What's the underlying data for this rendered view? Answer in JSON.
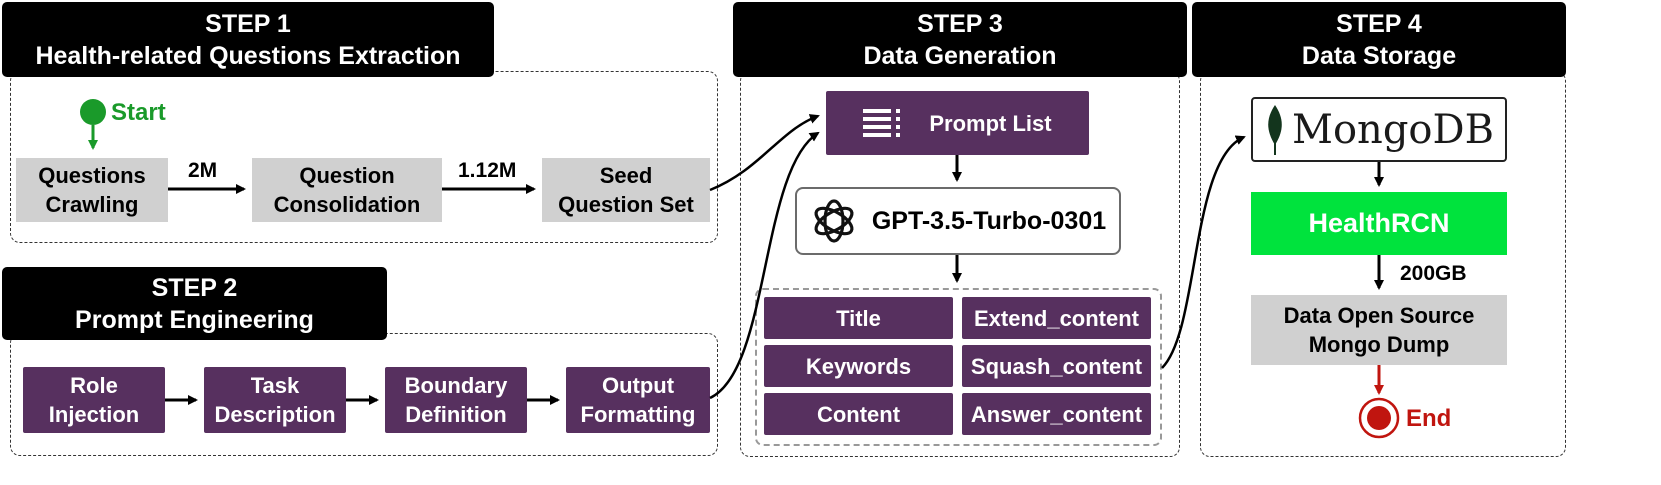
{
  "step1": {
    "title": "STEP 1",
    "subtitle": "Health-related Questions Extraction",
    "start_label": "Start",
    "nodes": [
      {
        "line1": "Questions",
        "line2": "Crawling"
      },
      {
        "line1": "Question",
        "line2": "Consolidation"
      },
      {
        "line1": "Seed",
        "line2": "Question Set"
      }
    ],
    "edge_labels": [
      "2M",
      "1.12M"
    ]
  },
  "step2": {
    "title": "STEP 2",
    "subtitle": "Prompt Engineering",
    "nodes": [
      {
        "line1": "Role",
        "line2": "Injection"
      },
      {
        "line1": "Task",
        "line2": "Description"
      },
      {
        "line1": "Boundary",
        "line2": "Definition"
      },
      {
        "line1": "Output",
        "line2": "Formatting"
      }
    ]
  },
  "step3": {
    "title": "STEP 3",
    "subtitle": "Data Generation",
    "prompt_list": "Prompt List",
    "model": "GPT-3.5-Turbo-0301",
    "fields": [
      "Title",
      "Extend_content",
      "Keywords",
      "Squash_content",
      "Content",
      "Answer_content"
    ]
  },
  "step4": {
    "title": "STEP 4",
    "subtitle": "Data Storage",
    "db_logo": "MongoDB",
    "dataset": "HealthRCN",
    "size_label": "200GB",
    "output": {
      "line1": "Data Open Source",
      "line2": "Mongo Dump"
    },
    "end_label": "End"
  },
  "colors": {
    "purple": "#57305f",
    "gray": "#d0d0d0",
    "green_start": "#1a9a2a",
    "green_health": "#00e33d",
    "red_end": "#c0150f"
  },
  "icons": [
    "list-icon",
    "openai-logo-icon",
    "mongodb-leaf-icon",
    "start-pin-icon",
    "end-target-icon"
  ]
}
